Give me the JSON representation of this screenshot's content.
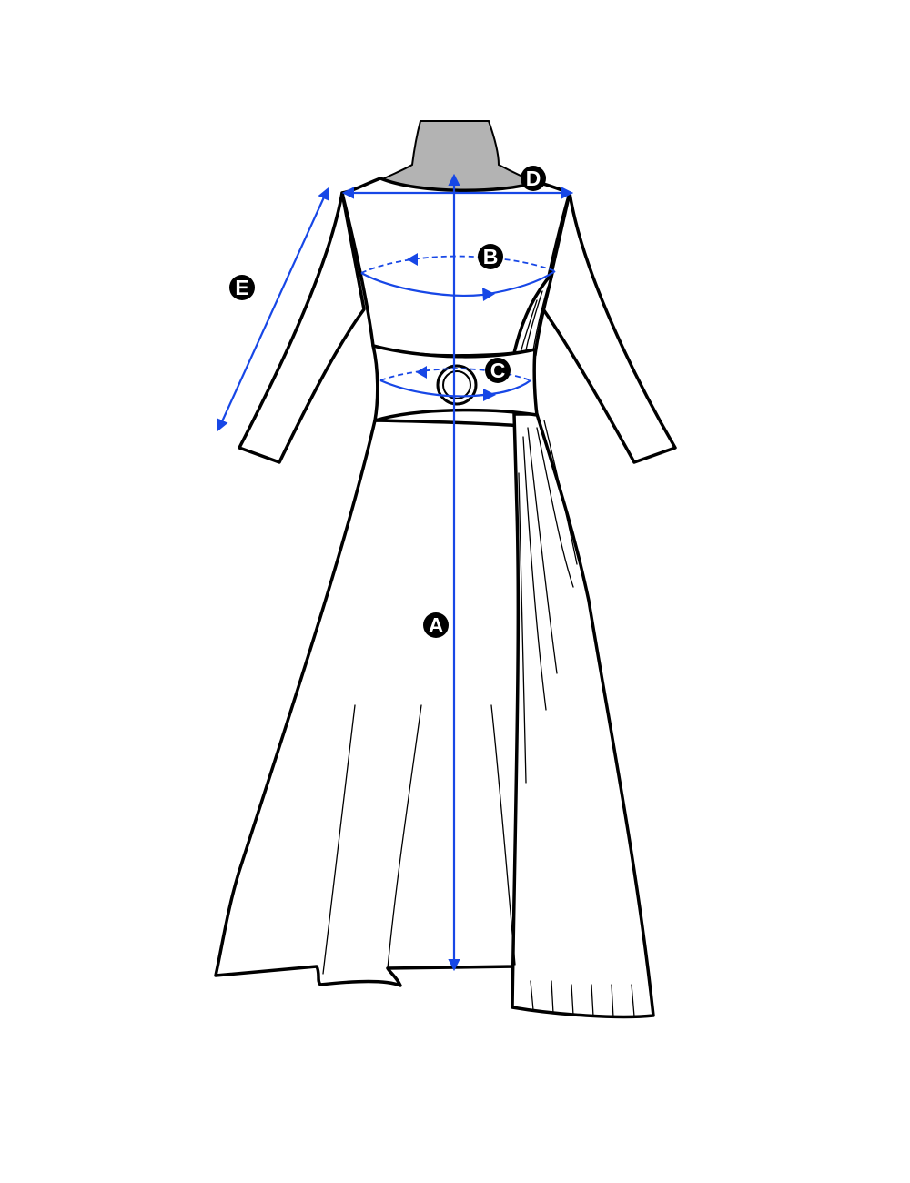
{
  "diagram": {
    "colors": {
      "measure": "#1747e6",
      "outline": "#000000",
      "mannequin": "#b3b3b3",
      "badge_fill": "#000000",
      "badge_text": "#ffffff"
    },
    "labels": {
      "A": "A",
      "B": "B",
      "C": "C",
      "D": "D",
      "E": "E"
    }
  }
}
